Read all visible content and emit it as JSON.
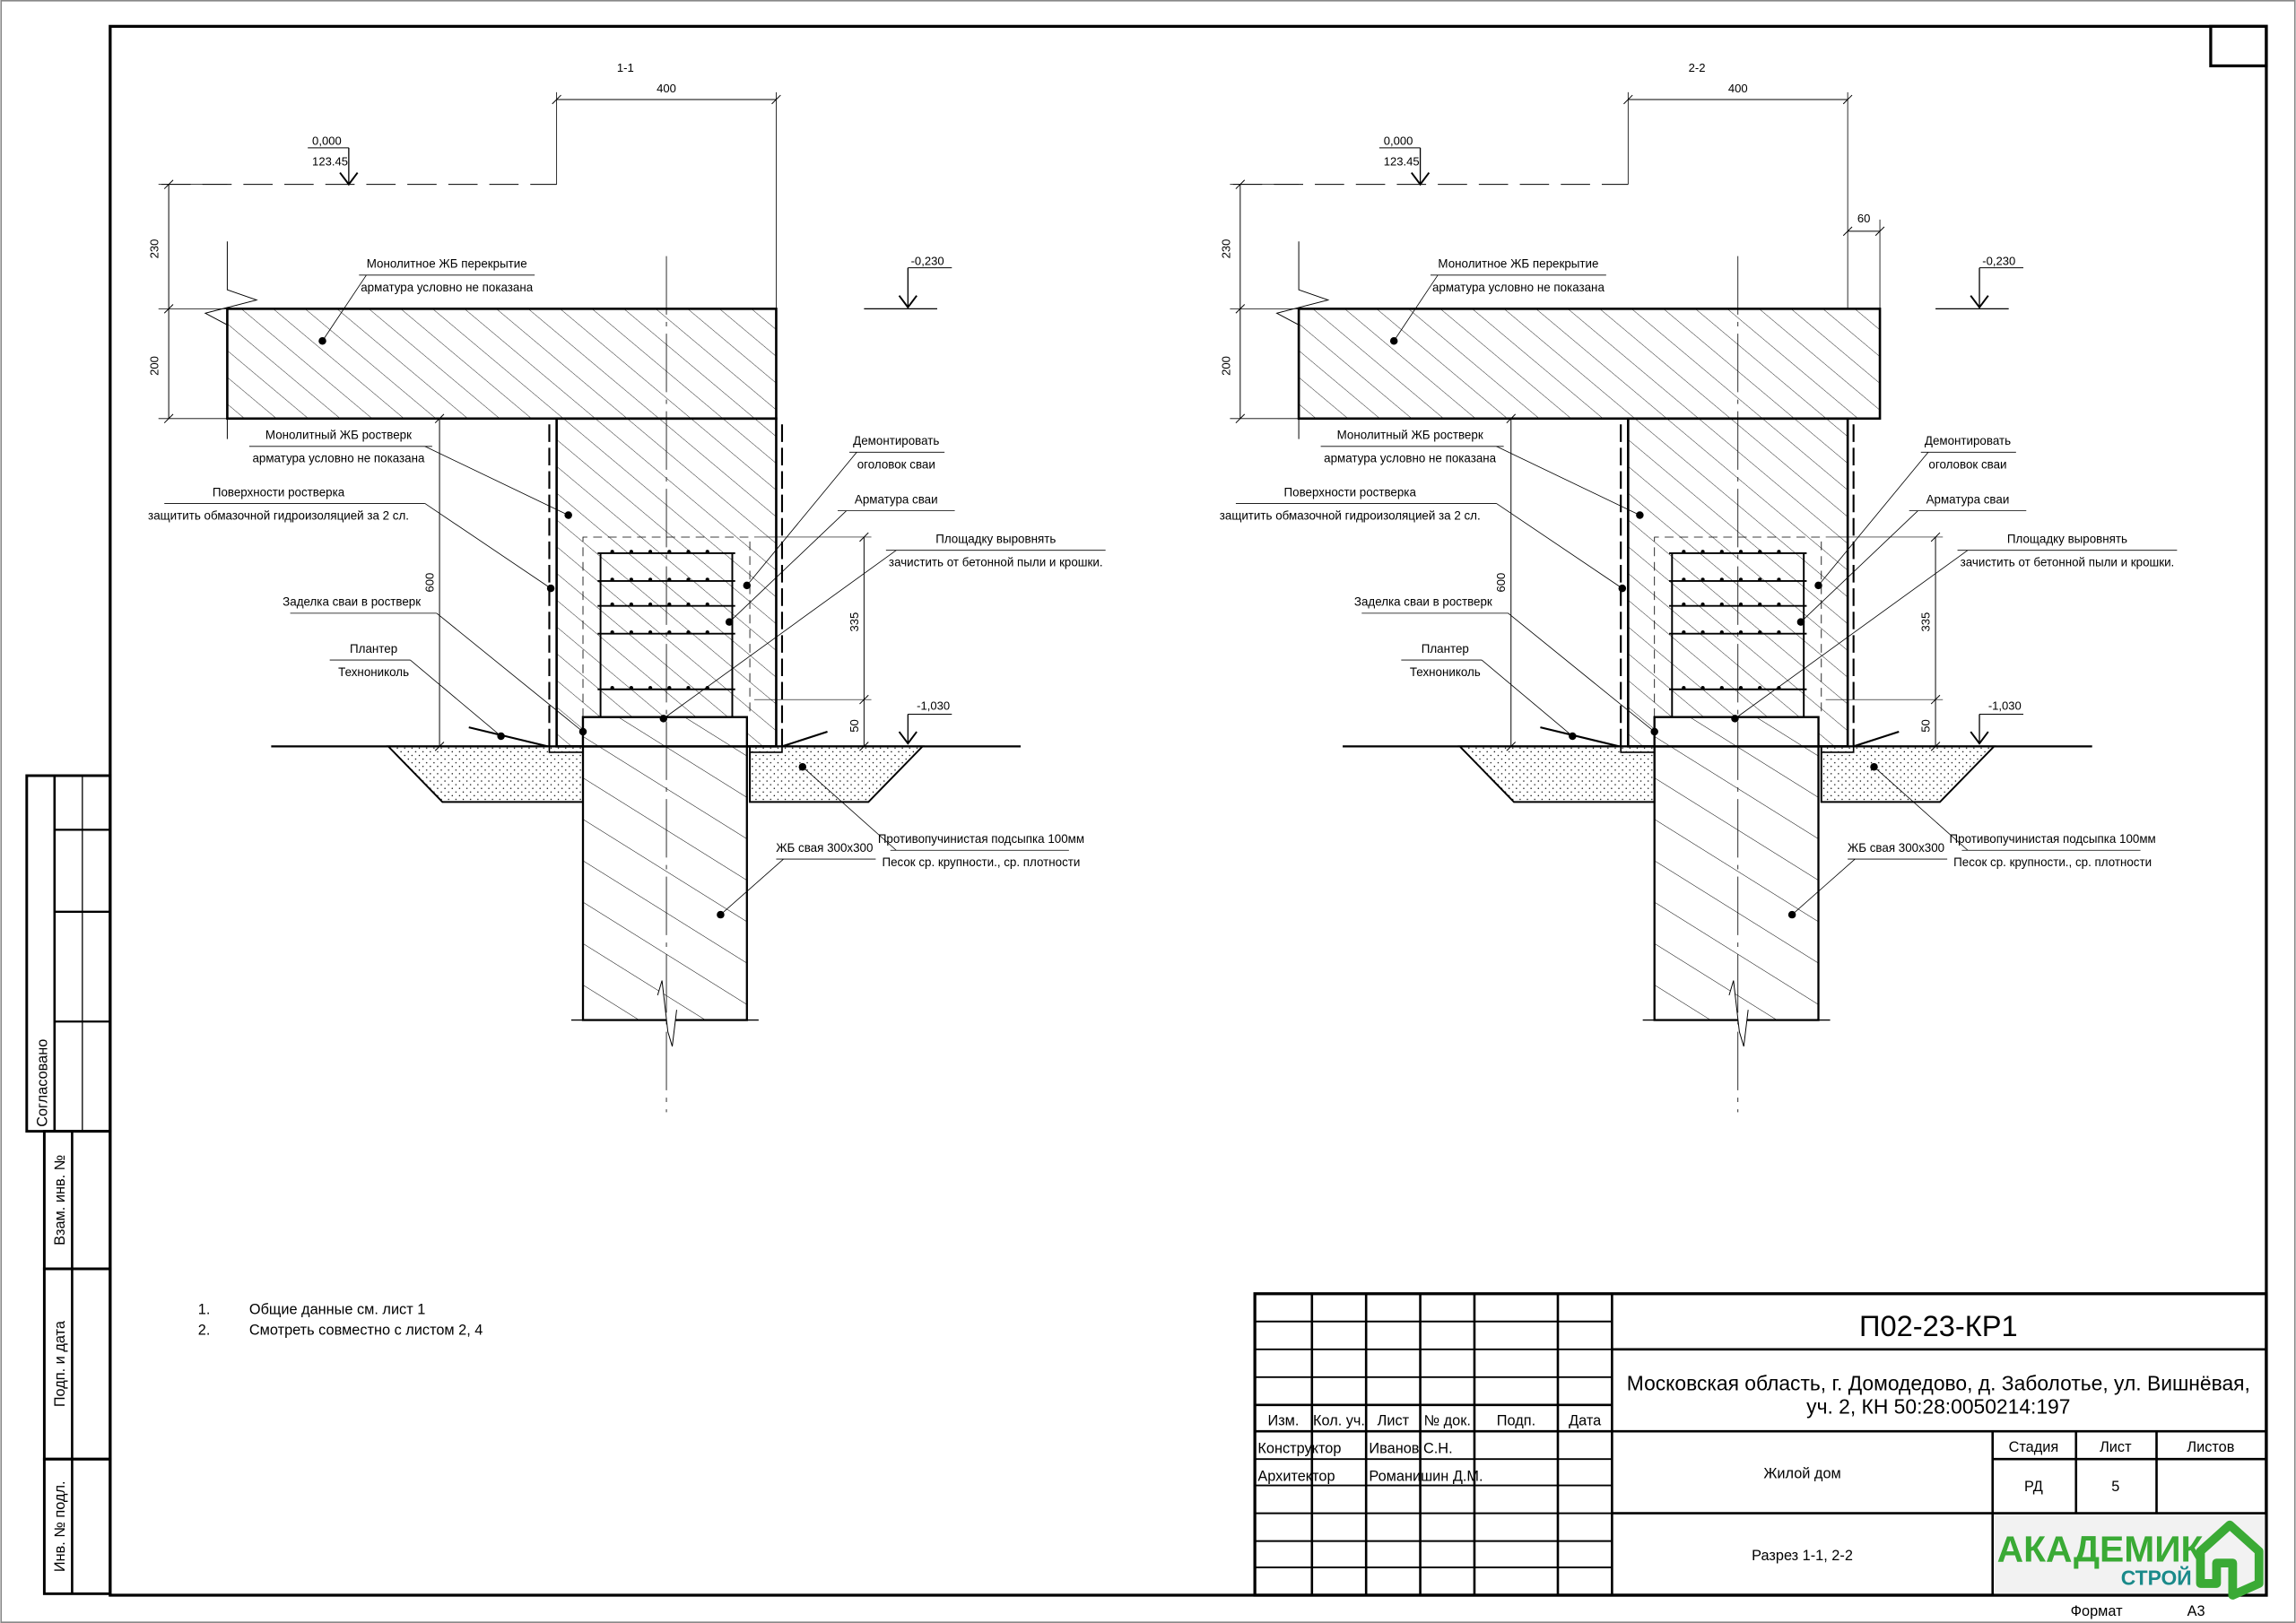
{
  "sections": [
    {
      "title": "1-1",
      "dim_width": "400",
      "dim_extra": null,
      "level_zero": "0,000",
      "level_abs": "123.45",
      "level_slab": "-0,230",
      "level_bottom": "-1,030",
      "dim_230": "230",
      "dim_200": "200",
      "dim_600": "600",
      "dim_335": "335",
      "dim_50": "50",
      "labels": {
        "slab_1": "Монолитное ЖБ перекрытие",
        "slab_2": "арматура условно не показана",
        "grillage_1": "Монолитный ЖБ ростверк",
        "grillage_2": "арматура условно не показана",
        "surface_1": "Поверхности ростверка",
        "surface_2": "защитить обмазочной гидроизоляцией за 2 сл.",
        "embed": "Заделка сваи в ростверк",
        "planter_1": "Плантер",
        "planter_2": "Технониколь",
        "dismantle_1": "Демонтировать",
        "dismantle_2": "оголовок сваи",
        "rebar": "Арматура сваи",
        "level_1": "Площадку выровнять",
        "level_2": "зачистить от бетонной пыли и крошки.",
        "sand_1": "Противопучинистая подсыпка 100мм",
        "sand_2": "Песок ср. крупности., ср. плотности",
        "pile": "ЖБ свая 300x300"
      }
    },
    {
      "title": "2-2",
      "dim_width": "400",
      "dim_extra": "60",
      "level_zero": "0,000",
      "level_abs": "123.45",
      "level_slab": "-0,230",
      "level_bottom": "-1,030",
      "dim_230": "230",
      "dim_200": "200",
      "dim_600": "600",
      "dim_335": "335",
      "dim_50": "50",
      "labels": {
        "slab_1": "Монолитное ЖБ перекрытие",
        "slab_2": "арматура условно не показана",
        "grillage_1": "Монолитный ЖБ ростверк",
        "grillage_2": "арматура условно не показана",
        "surface_1": "Поверхности ростверка",
        "surface_2": "защитить обмазочной гидроизоляцией за 2 сл.",
        "embed": "Заделка сваи в ростверк",
        "planter_1": "Плантер",
        "planter_2": "Технониколь",
        "dismantle_1": "Демонтировать",
        "dismantle_2": "оголовок сваи",
        "rebar": "Арматура сваи",
        "level_1": "Площадку выровнять",
        "level_2": "зачистить от бетонной пыли и крошки.",
        "sand_1": "Противопучинистая подсыпка 100мм",
        "sand_2": "Песок ср. крупности., ср. плотности",
        "pile": "ЖБ свая 300x300"
      }
    }
  ],
  "notes": [
    {
      "num": "1.",
      "text": "Общие данные см. лист 1"
    },
    {
      "num": "2.",
      "text": "Смотреть совместно с листом 2, 4"
    }
  ],
  "side_stamp": {
    "agreed": "Согласовано",
    "replaced_inv": "Взам. инв. №",
    "sign_date": "Подп. и дата",
    "inv_orig": "Инв. № подл."
  },
  "title_block": {
    "code": "П02-23-КР1",
    "address_1": "Московская область, г. Домодедово, д. Заболотье, ул. Вишнёвая,",
    "address_2": "уч. 2, КН 50:28:0050214:197",
    "headers": [
      "Изм.",
      "Кол. уч.",
      "Лист",
      "№ док.",
      "Подп.",
      "Дата"
    ],
    "roles": [
      {
        "role": "Конструктор",
        "name": "Иванов С.Н."
      },
      {
        "role": "Архитектор",
        "name": "Романишин Д.М."
      }
    ],
    "object": "Жилой дом",
    "sheet_title": "Разрез 1-1, 2-2",
    "stage_label": "Стадия",
    "sheet_label": "Лист",
    "sheets_label": "Листов",
    "stage": "РД",
    "sheet": "5",
    "sheets": "",
    "logo_top": "АКАДЕМИК",
    "logo_bottom": "СТРОЙ",
    "format_label": "Формат",
    "format": "А3"
  },
  "colors": {
    "logo_green": "#3aaa35",
    "logo_teal": "#1a8a8a",
    "line": "#000000"
  }
}
